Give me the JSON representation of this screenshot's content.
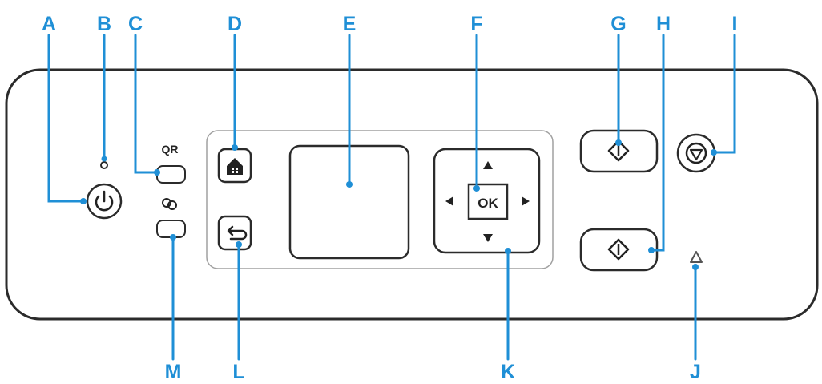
{
  "callouts": {
    "a": "A",
    "b": "B",
    "c": "C",
    "d": "D",
    "e": "E",
    "f": "F",
    "g": "G",
    "h": "H",
    "i": "I",
    "j": "J",
    "k": "K",
    "l": "L",
    "m": "M"
  },
  "panel": {
    "qr_label": "QR",
    "ok_label": "OK"
  },
  "icons": {
    "power": "power-icon",
    "wireless": "wireless-connect-icon",
    "home": "home-icon",
    "back": "back-icon",
    "start": "start-icon",
    "stop": "stop-icon",
    "alarm": "alarm-icon",
    "arrows": [
      "arrow-up-icon",
      "arrow-down-icon",
      "arrow-left-icon",
      "arrow-right-icon"
    ]
  },
  "colors": {
    "callout": "#1f8fd6",
    "outline": "#2b2b2b",
    "inner_panel": "#9a9a9a"
  }
}
